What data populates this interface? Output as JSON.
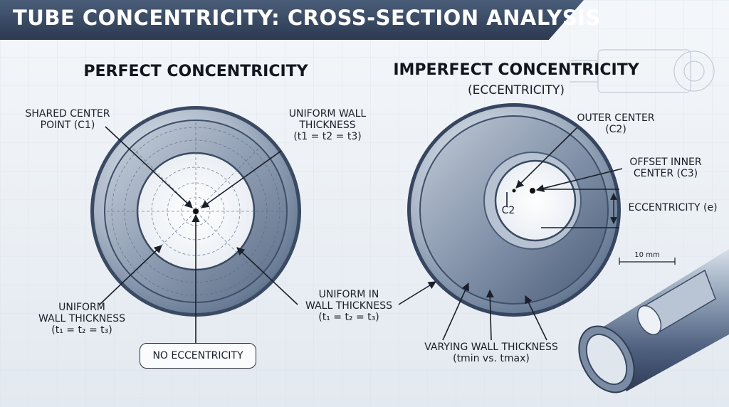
{
  "title": "TUBE CONCENTRICITY: CROSS-SECTION ANALYSIS",
  "left": {
    "heading": "PERFECT CONCENTRICITY",
    "callouts": {
      "shared_center_line1": "SHARED CENTER",
      "shared_center_line2": "POINT (C1)",
      "uniform_top_line1": "UNIFORM WALL",
      "uniform_top_line2": "THICKNESS",
      "uniform_top_line3": "(t1 = t2 = t3)",
      "uniform_left_line1": "UNIFORM",
      "uniform_left_line2": "WALL THICKNESS",
      "uniform_left_line3": "(t₁ = t₂ = t₃)",
      "no_eccentricity": "NO ECCENTRICITY"
    }
  },
  "right": {
    "heading": "IMPERFECT CONCENTRICITY",
    "subheading": "(ECCENTRICITY)",
    "callouts": {
      "outer_center_line1": "OUTER CENTER",
      "outer_center_line2": "(C2)",
      "offset_inner_line1": "OFFSET INNER",
      "offset_inner_line2": "CENTER (C3)",
      "c2_marker": "C2",
      "eccentricity": "ECCENTRICITY (e)",
      "uniform_line1": "UNIFORM IN",
      "uniform_line2": "WALL THICKNESS",
      "uniform_line3": "(t₁ = t₂ = t₃)",
      "varying_line1": "VARYING WALL THICKNESS",
      "varying_line2": "(tmin vs. tmax)",
      "scale": "10 mm"
    }
  },
  "colors": {
    "banner": "#2c3a52",
    "metal_light": "#c9d2de",
    "metal_dark": "#4d5f7a",
    "line": "#1a1f2a"
  }
}
